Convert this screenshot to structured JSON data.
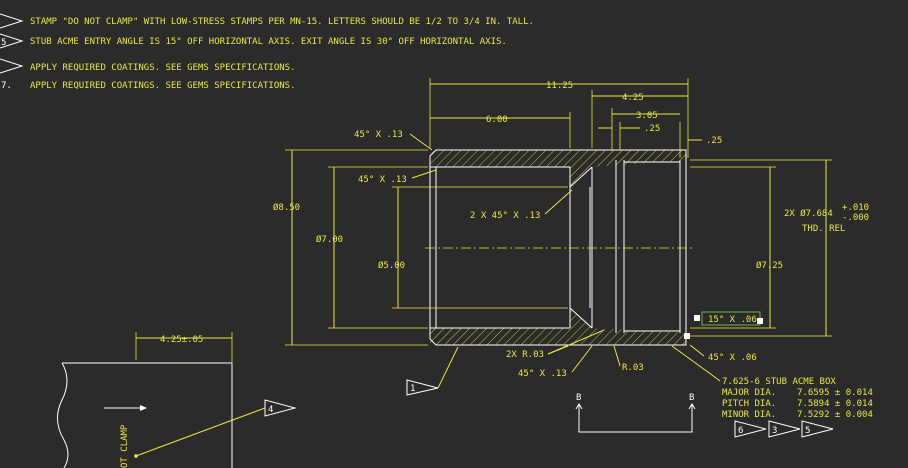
{
  "notes": [
    {
      "marker": "",
      "text": "STAMP \"DO NOT CLAMP\" WITH LOW-STRESS STAMPS PER MN-15. LETTERS SHOULD BE 1/2 TO 3/4 IN. TALL."
    },
    {
      "marker": "5",
      "text": "STUB ACME ENTRY ANGLE IS 15° OFF HORIZONTAL AXIS. EXIT ANGLE IS 30° OFF HORIZONTAL AXIS."
    },
    {
      "marker": "",
      "text": "APPLY REQUIRED COATINGS. SEE GEMS SPECIFICATIONS."
    },
    {
      "marker": "7.",
      "text": "APPLY REQUIRED COATINGS. SEE GEMS SPECIFICATIONS."
    }
  ],
  "dimensions": {
    "overall_length": "11.25",
    "len_6": "6.00",
    "len_425": "4.25",
    "len_305": "3.05",
    "len_25a": ".25",
    "len_25b": ".25",
    "chamfer_top_outer": "45° X .13",
    "chamfer_top_inner": "45° X .13",
    "chamfer_2x": "2 X 45° X .13",
    "dia_850": "Ø8.50",
    "dia_700": "Ø7.00",
    "dia_500": "Ø5.00",
    "dia_725": "Ø7.25",
    "thread_dia": "2X Ø7.684",
    "thread_tol_plus": "+.010",
    "thread_tol_minus": "-.000",
    "thread_ref": "THD. REL",
    "radius_2x": "2X R.03",
    "radius_1": "R.03",
    "chamfer_bottom": "45° X .13",
    "chamfer_06_boxed": "15° X .06",
    "chamfer_06": "45° X .06",
    "left_dim": "4.25±.05"
  },
  "thread_spec": {
    "title": "7.625-6 STUB ACME BOX",
    "rows": [
      {
        "label": "MAJOR DIA.",
        "value": "7.6595 ± 0.014"
      },
      {
        "label": "PITCH DIA.",
        "value": "7.5894 ± 0.014"
      },
      {
        "label": "MINOR DIA.",
        "value": "7.5292 ± 0.004"
      }
    ]
  },
  "flags": {
    "flag_1": "1",
    "flag_4": "4",
    "flag_6": "6",
    "flag_3": "3",
    "flag_5": "5"
  },
  "section_marks": {
    "left": "B",
    "right": "B"
  },
  "stamp_text": "OT CLAMP",
  "colors": {
    "background": "#2b2b2b",
    "annotation": "#e8e83c",
    "geometry": "#ffffff",
    "highlight": "#6ab04c"
  }
}
